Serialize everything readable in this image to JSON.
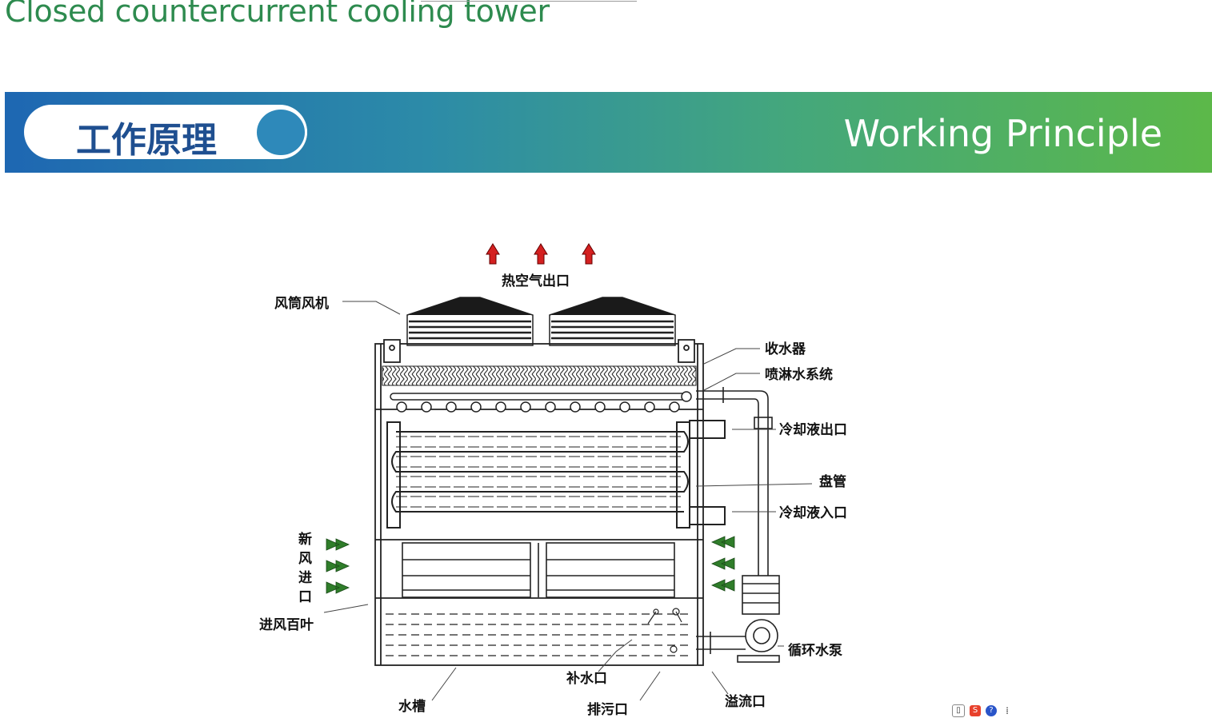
{
  "page": {
    "title": "Closed countercurrent cooling tower"
  },
  "banner": {
    "cn_title": "工作原理",
    "en_title": "Working Principle"
  },
  "diagram": {
    "labels": {
      "hot_air_outlet": "热空气出口",
      "fan_cylinder": "风筒风机",
      "water_collector": "收水器",
      "spray_system": "喷淋水系统",
      "coolant_outlet": "冷却液出口",
      "coil": "盘管",
      "coolant_inlet": "冷却液入口",
      "fresh_air_inlet_1": "新",
      "fresh_air_inlet_2": "风",
      "fresh_air_inlet_3": "进",
      "fresh_air_inlet_4": "口",
      "inlet_louver": "进风百叶",
      "circulating_pump": "循环水泵",
      "water_tank": "水槽",
      "makeup_water_inlet": "补水口",
      "drain_outlet": "排污口",
      "overflow_outlet": "溢流口"
    },
    "colors": {
      "hot_arrow": "#d42020",
      "fresh_arrow": "#2f7d2a",
      "line": "#333333"
    }
  },
  "taskbar": {
    "icons": [
      "document-icon",
      "sogou-s-icon",
      "help-icon",
      "expand-icon"
    ]
  }
}
